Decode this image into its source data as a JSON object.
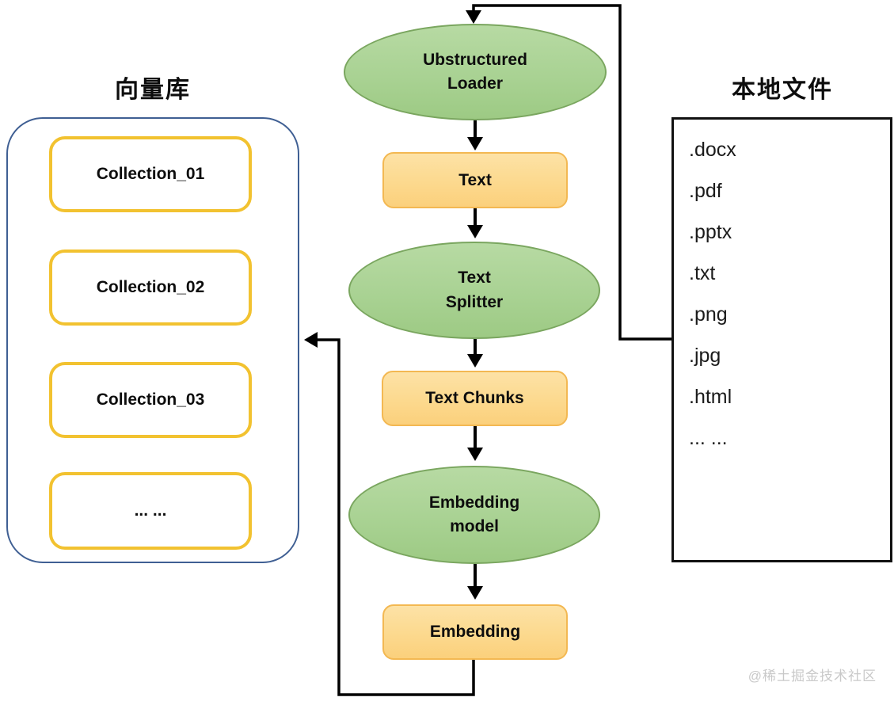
{
  "diagram": {
    "vector_store": {
      "title": "向量库",
      "collections": [
        "Collection_01",
        "Collection_02",
        "Collection_03",
        "... ..."
      ]
    },
    "pipeline": {
      "loader_label": "Ubstructured\nLoader",
      "text_label": "Text",
      "splitter_label": "Text\nSplitter",
      "text_chunks_label": "Text Chunks",
      "embedding_model_label": "Embedding\nmodel",
      "embedding_label": "Embedding"
    },
    "local_files": {
      "title": "本地文件",
      "file_types": [
        ".docx",
        ".pdf",
        ".pptx",
        ".txt",
        ".png",
        ".jpg",
        ".html",
        "... ..."
      ]
    },
    "watermark": "@稀土掘金技术社区",
    "colors": {
      "ellipse_fill": "#a9d293",
      "ellipse_border": "#7aa65f",
      "process_fill": "#fcd98e",
      "process_border": "#f3b852",
      "collection_border": "#f2c230",
      "vector_container_border": "#3f5f93",
      "files_box_border": "#111111",
      "connector": "#000000",
      "watermark_color": "#c9c9c9"
    }
  }
}
